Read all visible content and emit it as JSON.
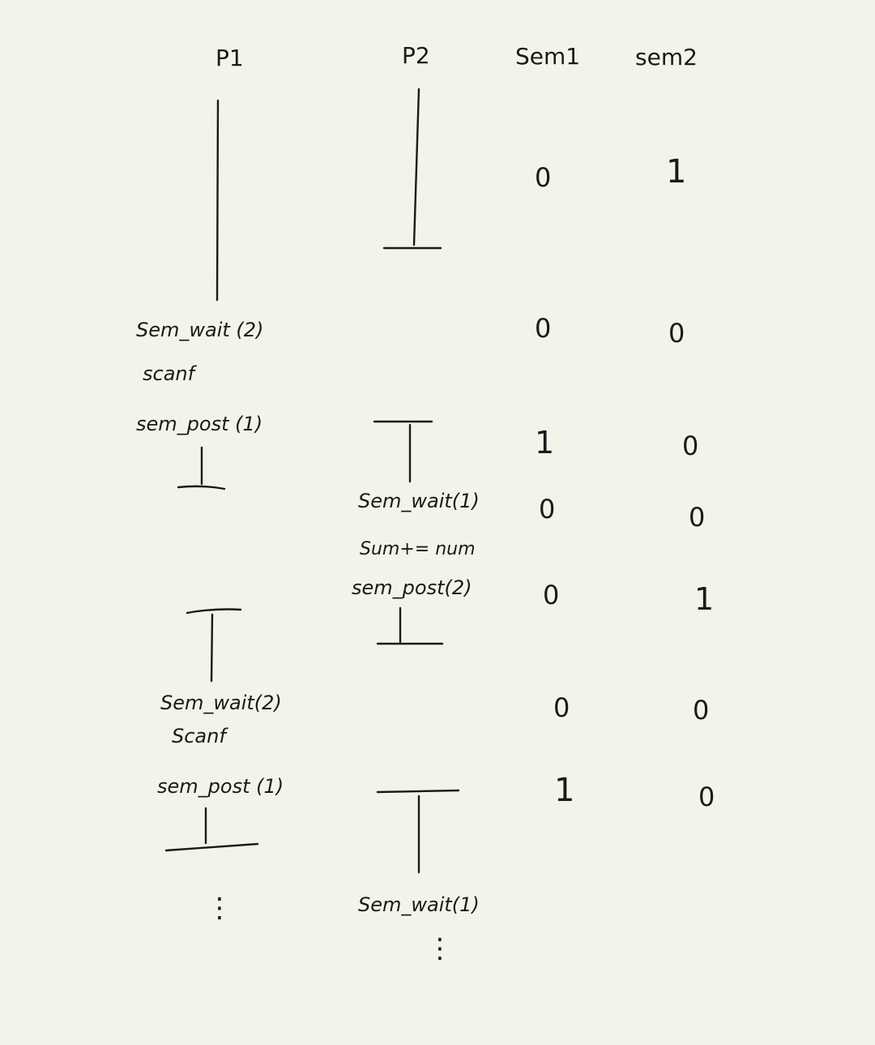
{
  "headers": {
    "p1": "P1",
    "p2": "P2",
    "sem1": "Sem1",
    "sem2": "sem2"
  },
  "initial": {
    "sem1": "0",
    "sem2": "1"
  },
  "p1_ops": {
    "wait_a": "Sem_wait (2)",
    "scanf_a": "scanf",
    "post_a": "sem_post (1)",
    "wait_b": "Sem_wait(2)",
    "scanf_b": "Scanf",
    "post_b": "sem_post (1)",
    "ellipsis": "⋮"
  },
  "p2_ops": {
    "wait_a": "Sem_wait(1)",
    "sum": "Sum+= num",
    "post_a": "sem_post(2)",
    "wait_b": "Sem_wait(1)",
    "ellipsis": "⋮"
  },
  "rows": [
    {
      "sem1": "0",
      "sem2": "0"
    },
    {
      "sem1": "1",
      "sem2": "0"
    },
    {
      "sem1": "0",
      "sem2": "0"
    },
    {
      "sem1": "0",
      "sem2": "1"
    },
    {
      "sem1": "0",
      "sem2": "0"
    },
    {
      "sem1": "1",
      "sem2": "0"
    }
  ]
}
